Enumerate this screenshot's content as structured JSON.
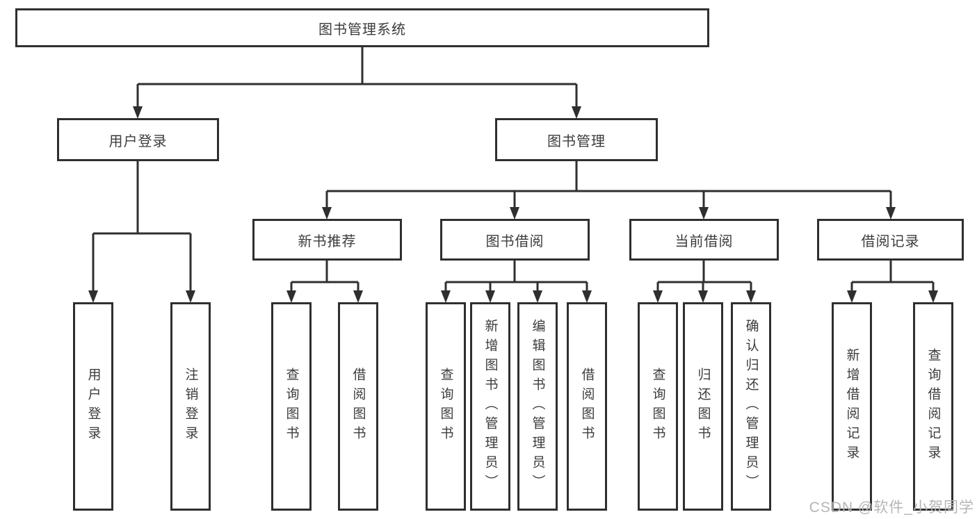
{
  "tree": {
    "label": "图书管理系统",
    "children": [
      {
        "label": "用户登录",
        "children": [
          {
            "label": "用户登录"
          },
          {
            "label": "注销登录"
          }
        ]
      },
      {
        "label": "图书管理",
        "children": [
          {
            "label": "新书推荐",
            "children": [
              {
                "label": "查询图书"
              },
              {
                "label": "借阅图书"
              }
            ]
          },
          {
            "label": "图书借阅",
            "children": [
              {
                "label": "查询图书"
              },
              {
                "label": "新增图书（管理员）"
              },
              {
                "label": "编辑图书（管理员）"
              },
              {
                "label": "借阅图书"
              }
            ]
          },
          {
            "label": "当前借阅",
            "children": [
              {
                "label": "查询图书"
              },
              {
                "label": "归还图书"
              },
              {
                "label": "确认归还（管理员）"
              }
            ]
          },
          {
            "label": "借阅记录",
            "children": [
              {
                "label": "新增借阅记录"
              },
              {
                "label": "查询借阅记录"
              }
            ]
          }
        ]
      }
    ]
  },
  "watermark": "CSDN @软件_小贺同学",
  "colors": {
    "line": "#2f2f2f",
    "border": "#2f2f2f",
    "text": "#3c3c3c",
    "background": "#ffffff",
    "watermark": "#b5b5b5"
  }
}
